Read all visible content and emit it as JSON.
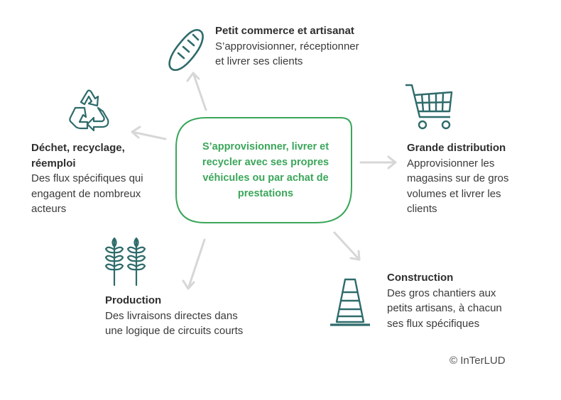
{
  "center": {
    "text": "S’approvisionner, livrer et recycler avec ses propres véhicules ou par achat de prestations"
  },
  "nodes": {
    "petit_commerce": {
      "title": "Petit commerce et artisanat",
      "desc": "S’approvisionner, réceptionner\net livrer ses clients",
      "icon": "bread-icon"
    },
    "grande_distribution": {
      "title": "Grande distribution",
      "desc": "Approvisionner les\nmagasins sur de gros\nvolumes et livrer les\nclients",
      "icon": "shopping-cart-icon"
    },
    "construction": {
      "title": "Construction",
      "desc": "Des gros chantiers aux\npetits artisans, à chacun\nses flux spécifiques",
      "icon": "traffic-cone-icon"
    },
    "production": {
      "title": "Production",
      "desc": "Des livraisons directes dans\nune logique de circuits courts",
      "icon": "wheat-icon"
    },
    "dechet": {
      "title": "Déchet, recyclage,\nréemploi",
      "desc": "Des flux spécifiques qui\nengagent de nombreux\nacteurs",
      "icon": "recycle-icon"
    }
  },
  "credit": "© InTerLUD",
  "colors": {
    "accent": "#3ba65a",
    "icon": "#2f6b6b",
    "arrow": "#d7d7d7",
    "text": "#3a3a3a"
  }
}
